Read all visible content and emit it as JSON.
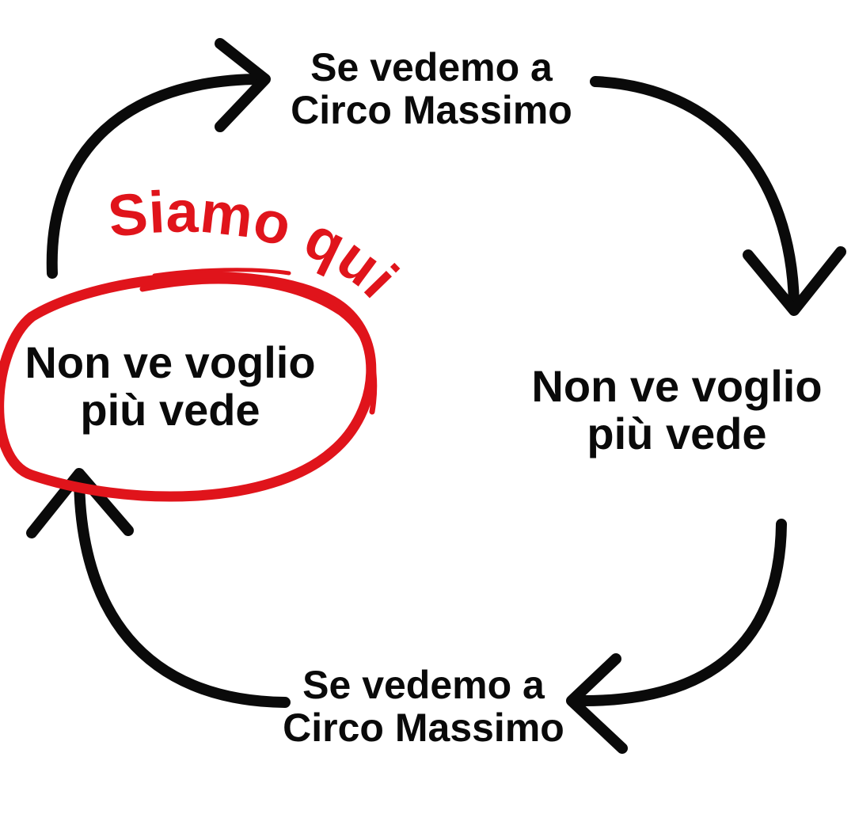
{
  "nodes": {
    "top": {
      "line1": "Se vedemo a",
      "line2": "Circo Massimo"
    },
    "right": {
      "line1": "Non ve voglio",
      "line2": "più vede"
    },
    "bottom": {
      "line1": "Se vedemo a",
      "line2": "Circo Massimo"
    },
    "left": {
      "line1": "Non ve voglio",
      "line2": "più vede"
    }
  },
  "annotation": {
    "text": "Siamo qui",
    "color": "#e0141b"
  },
  "colors": {
    "arrows": "#0a0a0a",
    "background": "#ffffff"
  }
}
